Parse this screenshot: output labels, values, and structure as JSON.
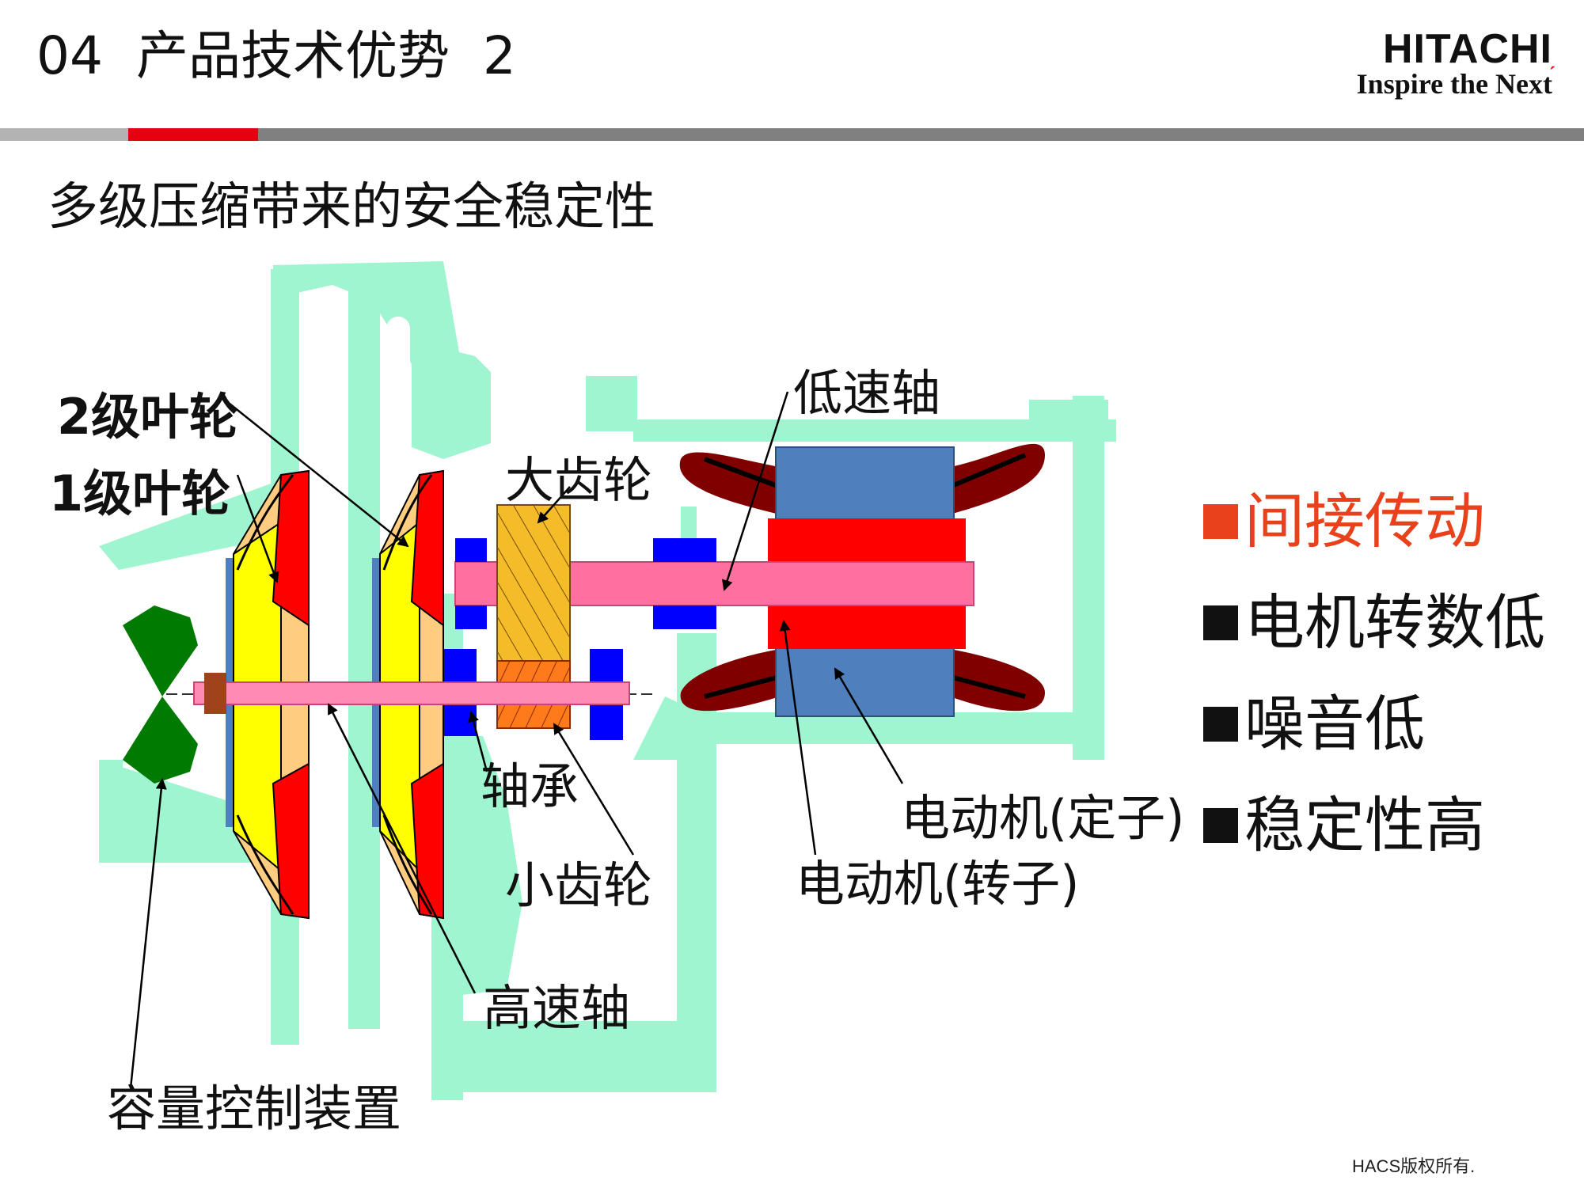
{
  "header": {
    "title": "04  产品技术优势  2",
    "logo_brand": "HITACHI",
    "logo_tagline": "Inspire the Next"
  },
  "subtitle": "多级压缩带来的安全稳定性",
  "diagram_labels": {
    "impeller2": "2级叶轮",
    "impeller1": "1级叶轮",
    "big_gear": "大齿轮",
    "low_speed_shaft": "低速轴",
    "bearing": "轴承",
    "small_gear": "小齿轮",
    "high_speed_shaft": "高速轴",
    "capacity_control": "容量控制装置",
    "motor_stator": "电动机(定子)",
    "motor_rotor": "电动机(转子)"
  },
  "features": [
    {
      "label": "间接传动",
      "highlight": true
    },
    {
      "label": "电机转数低",
      "highlight": false
    },
    {
      "label": "噪音低",
      "highlight": false
    },
    {
      "label": "稳定性高",
      "highlight": false
    }
  ],
  "copyright": "HACS版权所有.",
  "colors": {
    "accent_red": "#e60012",
    "highlight_orange": "#e8411c",
    "casing_mint": "#9ff5cf",
    "impeller_yellow": "#ffff00",
    "shaft_pink": "#ff6fa0",
    "stator_blue": "#4f80bd",
    "rotor_red": "#ff0000",
    "gear_gold": "#f5bc2a",
    "gear_orange": "#ff7a1a",
    "bearing_blue": "#0000ff",
    "fan_darkred": "#800000",
    "valve_green": "#007a00"
  }
}
